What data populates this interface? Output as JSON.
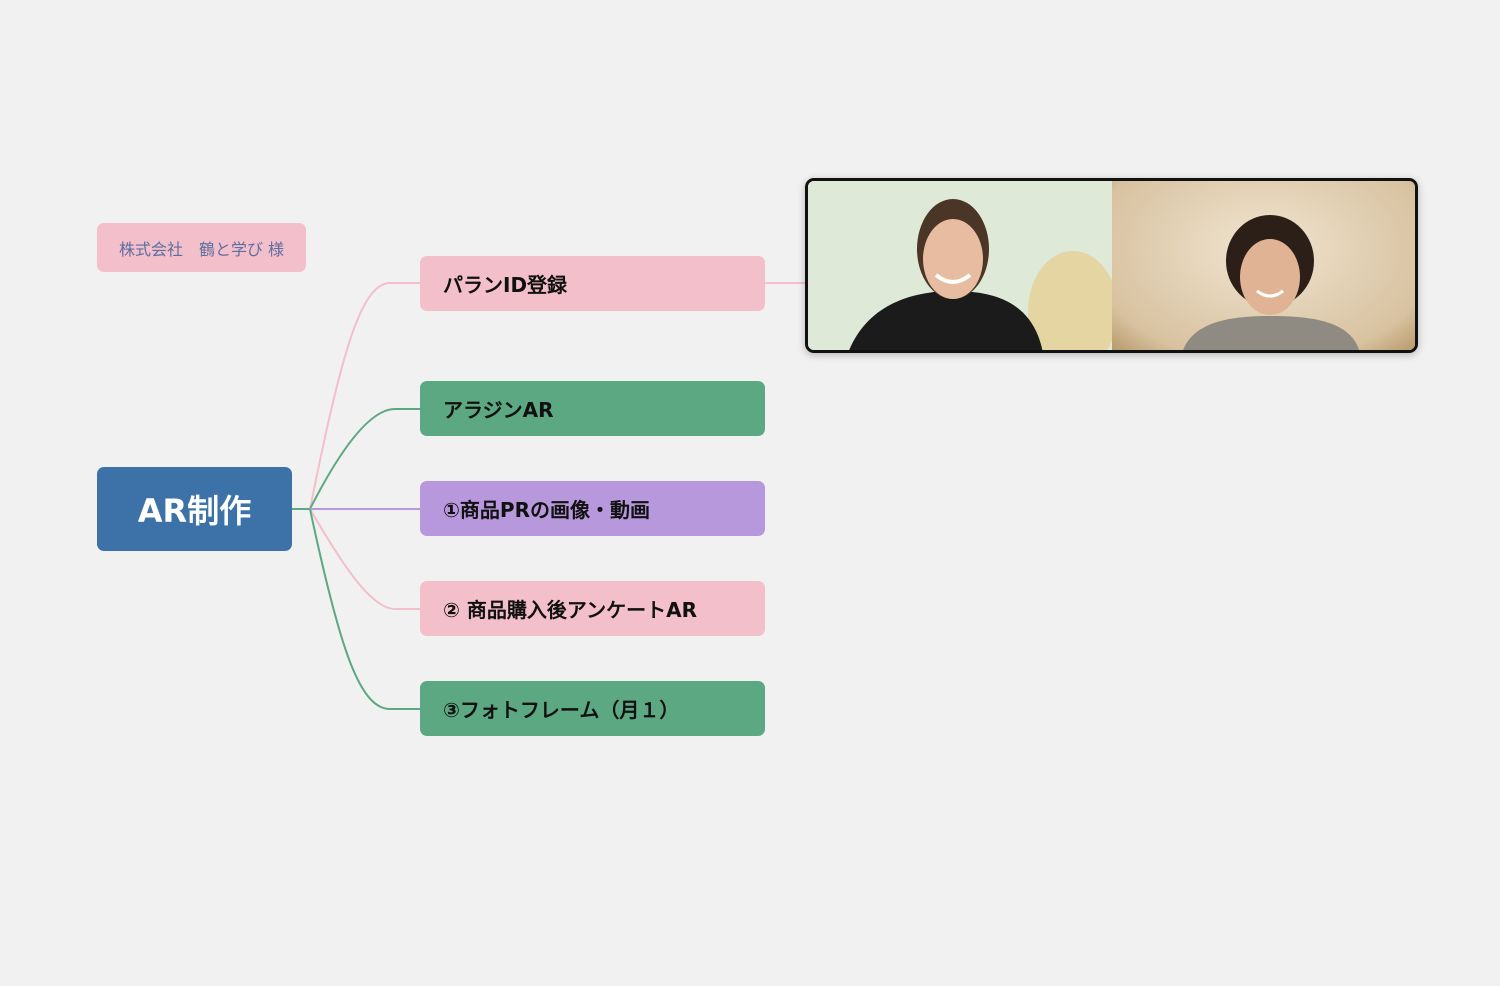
{
  "client_label": "株式会社　鶴と学び 様",
  "root": {
    "label": "AR制作",
    "color": "#3d72a8"
  },
  "children": [
    {
      "label": "パランID登録",
      "color": "#f2bfca"
    },
    {
      "label": "アラジンAR",
      "color": "#5ca883"
    },
    {
      "label": "①商品PRの画像・動画",
      "color": "#b898dc"
    },
    {
      "label": "② 商品購入後アンケートAR",
      "color": "#f2bfca"
    },
    {
      "label": "③フォトフレーム（月１）",
      "color": "#5ca883"
    }
  ],
  "video_call": {
    "participants": 2
  }
}
